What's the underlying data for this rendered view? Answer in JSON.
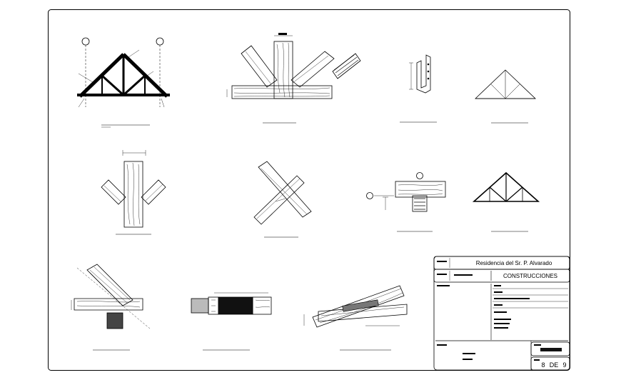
{
  "title_block": {
    "project_name": "Residencia del Sr. P. Alvarado",
    "category": "CONSTRUCCIONES",
    "sheet_number": "8",
    "sheet_of_label": "DE",
    "sheet_total": "9"
  },
  "colors": {
    "line": "#000000",
    "background": "#ffffff",
    "fill_dark": "#111111",
    "fill_gray": "#777777"
  }
}
